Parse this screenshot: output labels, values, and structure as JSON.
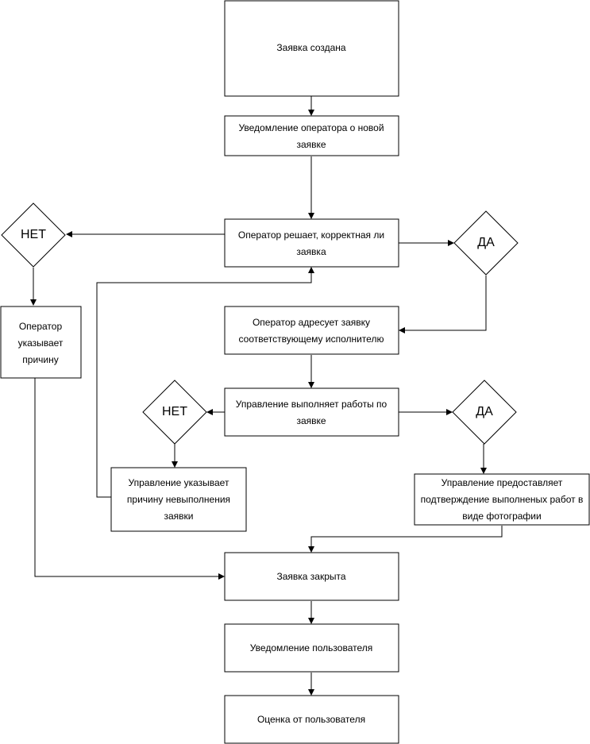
{
  "nodes": {
    "request_created": {
      "lines": [
        "Заявка создана"
      ]
    },
    "notify_operator": {
      "lines": [
        "Уведомление оператора о новой",
        "заявке"
      ]
    },
    "operator_decides": {
      "lines": [
        "Оператор решает, корректная ли",
        "заявка"
      ]
    },
    "operator_reason": {
      "lines": [
        "Оператор",
        "указывает",
        "причину"
      ]
    },
    "operator_assigns": {
      "lines": [
        "Оператор адресует заявку",
        "соответствующему исполнителю"
      ]
    },
    "management_works": {
      "lines": [
        "Управление выполняет работы по",
        "заявке"
      ]
    },
    "management_reason": {
      "lines": [
        "Управление указывает",
        "причину невыполнения",
        "заявки"
      ]
    },
    "management_photo": {
      "lines": [
        "Управление предоставляет",
        "подтверждение выполненых работ в",
        "виде фотографии"
      ]
    },
    "request_closed": {
      "lines": [
        "Заявка закрыта"
      ]
    },
    "notify_user": {
      "lines": [
        "Уведомление пользователя"
      ]
    },
    "user_rating": {
      "lines": [
        "Оценка от пользователя"
      ]
    }
  },
  "decisions": {
    "no_1": {
      "label": "НЕТ"
    },
    "yes_1": {
      "label": "ДА"
    },
    "no_2": {
      "label": "НЕТ"
    },
    "yes_2": {
      "label": "ДА"
    }
  }
}
